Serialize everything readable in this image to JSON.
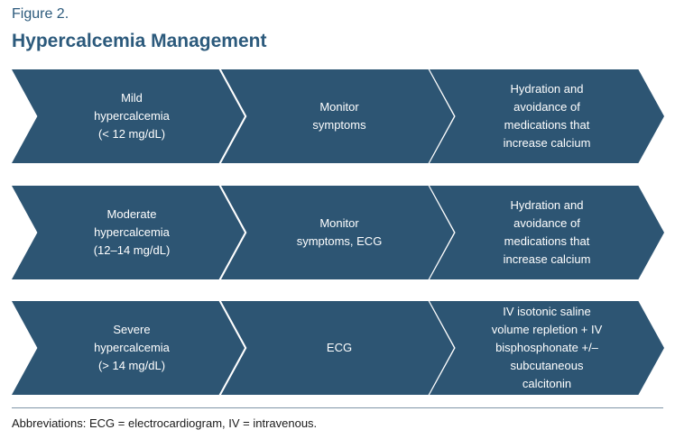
{
  "figure": {
    "label": "Figure 2.",
    "title": "Hypercalcemia Management"
  },
  "rows": [
    {
      "severity": "Mild\nhypercalcemia\n(< 12 mg/dL)",
      "monitoring": "Monitor\nsymptoms",
      "treatment": "Hydration and\navoidance of\nmedications that\nincrease calcium"
    },
    {
      "severity": "Moderate\nhypercalcemia\n(12–14 mg/dL)",
      "monitoring": "Monitor\nsymptoms, ECG",
      "treatment": "Hydration and\navoidance of\nmedications that\nincrease calcium"
    },
    {
      "severity": "Severe\nhypercalcemia\n(> 14 mg/dL)",
      "monitoring": "ECG",
      "treatment": "IV isotonic saline\nvolume repletion + IV\nbisphosphonate +/–\nsubcutaneous\ncalcitonin"
    }
  ],
  "footnote": "Abbreviations: ECG = electrocardiogram, IV = intravenous.",
  "colors": {
    "chevron_fill": "#2d5573",
    "title_color": "#2c5a7c",
    "text_on_chevron": "#ffffff"
  }
}
